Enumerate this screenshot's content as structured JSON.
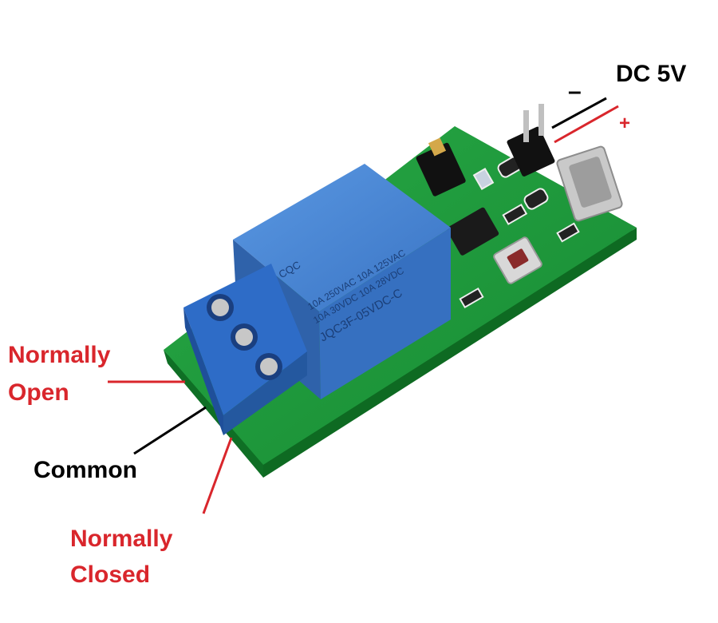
{
  "title_label": "DC 5V",
  "pin_minus": "–",
  "pin_plus": "+",
  "label_no_1": "Normally",
  "label_no_2": "Open",
  "label_com": "Common",
  "label_nc_1": "Normally",
  "label_nc_2": "Closed",
  "relay_brand": "CQC",
  "relay_text_1": "10A 250VAC 10A 125VAC",
  "relay_text_2": "10A 30VDC 10A 28VDC",
  "relay_model": "JQC3F-05VDC-C",
  "colors": {
    "pcb": "#1f9a3a",
    "pcb_edge": "#137a2a",
    "relay": "#3f7fd0",
    "relay_side": "#2f62aa",
    "terminal": "#2e6cc7",
    "label_red": "#d9262c",
    "label_black": "#000000"
  }
}
